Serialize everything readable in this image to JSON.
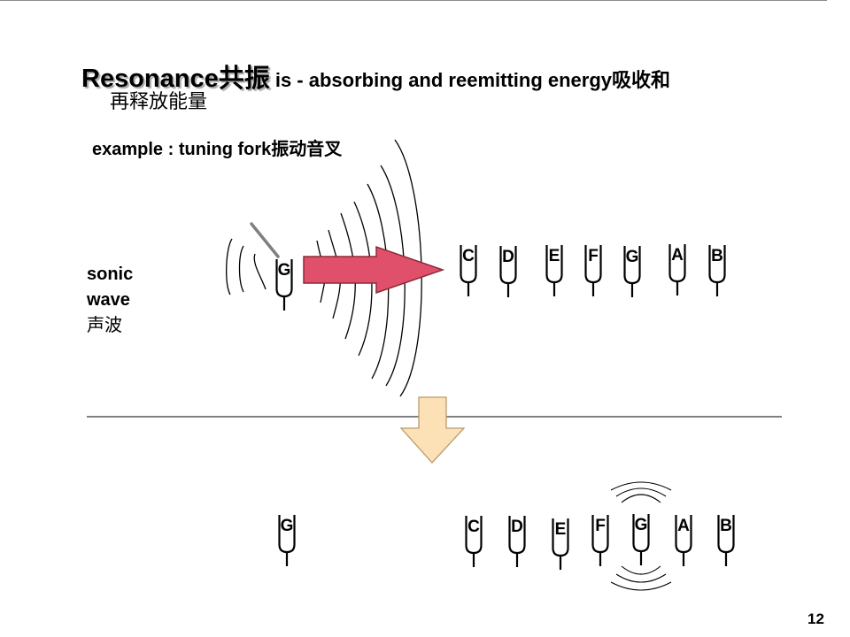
{
  "slide": {
    "title_main": "Resonance共振",
    "title_rest": " is - absorbing and reemitting energy吸收和",
    "title_line2": "再释放能量",
    "example": "example : tuning fork振动音叉",
    "sonic_line1": "sonic",
    "sonic_line2": "wave",
    "sonic_line3": "声波",
    "page_number": "12"
  },
  "source_fork": {
    "note": "G"
  },
  "forks_before": [
    "C",
    "D",
    "E",
    "F",
    "G",
    "A",
    "B"
  ],
  "result_source_fork": {
    "note": "G"
  },
  "forks_after": [
    "C",
    "D",
    "E",
    "F",
    "G",
    "A",
    "B"
  ],
  "resonating_note": "G",
  "colors": {
    "arrow_fill": "#e0506a",
    "arrow_stroke": "#8a2a3a",
    "down_arrow_fill": "#fde1b6",
    "down_arrow_stroke": "#b89c6c",
    "mallet": "#7f7f7f"
  },
  "icons": [
    "tuning-fork-icon",
    "mallet-icon",
    "sound-wave-icon",
    "right-arrow-icon",
    "down-arrow-icon"
  ]
}
